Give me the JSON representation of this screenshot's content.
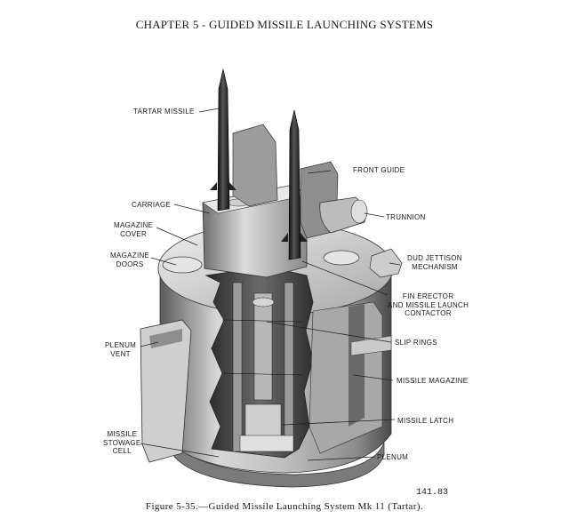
{
  "header": {
    "chapter_title": "CHAPTER 5 - GUIDED MISSILE LAUNCHING SYSTEMS"
  },
  "figure": {
    "callouts": {
      "tartar_missile": "TARTAR MISSILE",
      "front_guide": "FRONT GUIDE",
      "carriage": "CARRIAGE",
      "trunnion": "TRUNNION",
      "magazine_cover": "MAGAZINE\nCOVER",
      "dud_jettison": "DUD JETTISON\nMECHANISM",
      "magazine_doors": "MAGAZINE\nDOORS",
      "fin_erector": "FIN ERECTOR\nAND MISSILE LAUNCH\nCONTACTOR",
      "slip_rings": "SLIP RINGS",
      "plenum_vent": "PLENUM\nVENT",
      "missile_magazine": "MISSILE MAGAZINE",
      "missile_latch": "MISSILE LATCH",
      "missile_stowage_cell": "MISSILE\nSTOWAGE\nCELL",
      "plenum": "PLENUM"
    },
    "number": "141.83",
    "caption": "Figure 5-35.—Guided Missile Launching System Mk 11 (Tartar)."
  }
}
